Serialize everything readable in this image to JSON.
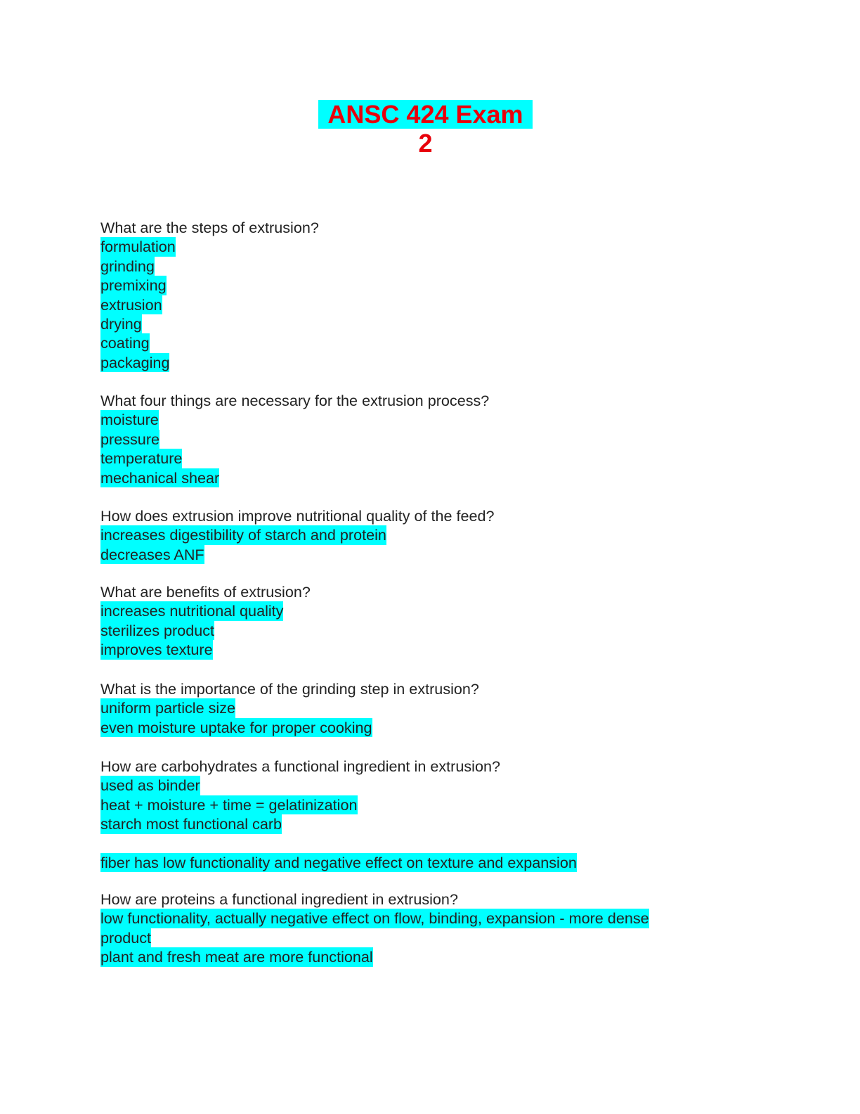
{
  "title": "ANSC 424 Exam 2",
  "cards": [
    {
      "q": "What are the steps of extrusion?",
      "a": [
        "formulation",
        "grinding",
        "premixing",
        "extrusion",
        "drying",
        "coating",
        "packaging"
      ]
    },
    {
      "q": "What four things are necessary for the extrusion process?",
      "a": [
        "moisture",
        "pressure",
        "temperature",
        "mechanical shear"
      ]
    },
    {
      "q": "How does extrusion improve nutritional quality of the feed?",
      "a": [
        "increases digestibility of starch and protein",
        "decreases ANF"
      ]
    },
    {
      "q": "What are benefits of extrusion?",
      "a": [
        "increases nutritional quality",
        "sterilizes product",
        "improves texture"
      ]
    },
    {
      "q": "What is the importance of the grinding step in extrusion?",
      "a": [
        "uniform particle size",
        "even moisture uptake for proper cooking"
      ]
    },
    {
      "q": "How are carbohydrates a functional ingredient in extrusion?",
      "a": [
        "used as binder",
        "heat + moisture + time = gelatinization",
        "starch most functional carb"
      ],
      "extra": "fiber has low functionality and negative effect on texture and expansion"
    },
    {
      "q": "How are proteins a functional ingredient in extrusion?",
      "a": [
        "low functionality, actually negative effect on flow, binding, expansion - more dense",
        "product",
        "plant and fresh meat are more functional"
      ]
    }
  ]
}
